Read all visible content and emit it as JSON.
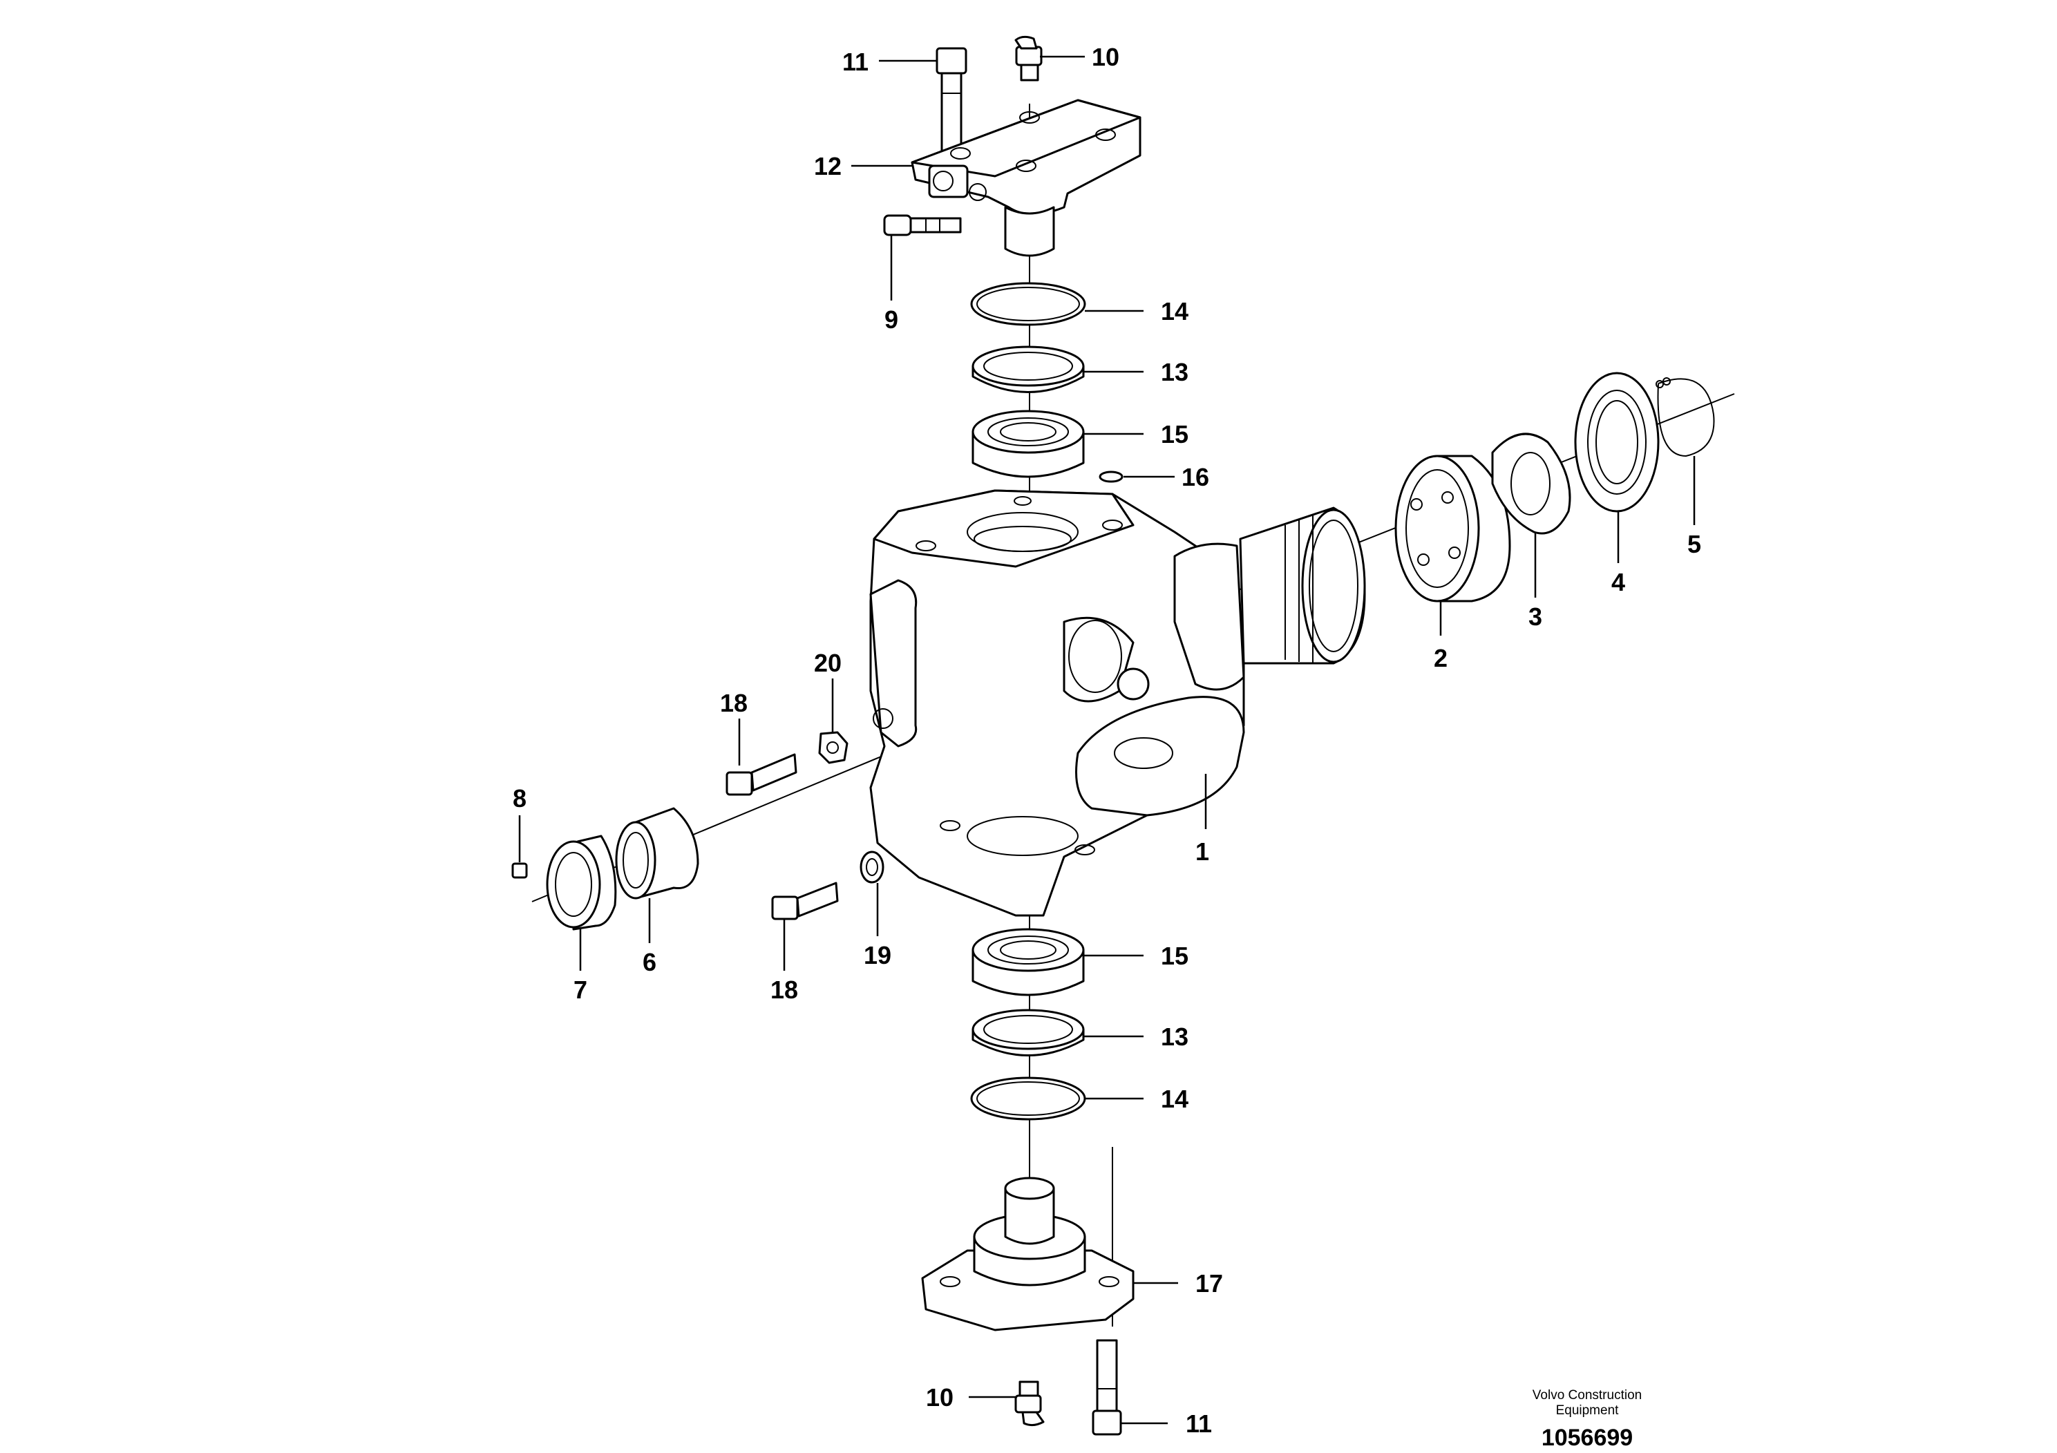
{
  "diagram": {
    "callouts": [
      "1",
      "2",
      "3",
      "4",
      "5",
      "6",
      "7",
      "8",
      "9",
      "10",
      "10",
      "11",
      "11",
      "12",
      "13",
      "13",
      "14",
      "14",
      "15",
      "15",
      "16",
      "17",
      "18",
      "18",
      "19",
      "20"
    ],
    "caption_line1": "Volvo Construction",
    "caption_line2": "Equipment",
    "document_number": "1056699"
  }
}
